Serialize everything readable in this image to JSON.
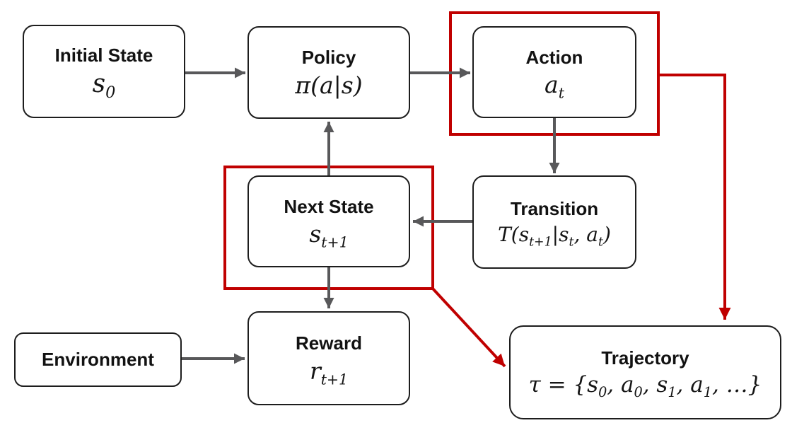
{
  "diagram": {
    "description": "Reinforcement learning rollout flow diagram",
    "nodes": {
      "initial_state": {
        "title": "Initial State",
        "formula": "s_0",
        "highlighted": false
      },
      "policy": {
        "title": "Policy",
        "formula": "π(a|s)",
        "highlighted": false
      },
      "action": {
        "title": "Action",
        "formula": "a_t",
        "highlighted": true
      },
      "next_state": {
        "title": "Next State",
        "formula": "s_{t+1}",
        "highlighted": true
      },
      "transition": {
        "title": "Transition",
        "formula": "T(s_{t+1}|s_t, a_t)",
        "highlighted": false
      },
      "environment": {
        "title": "Environment",
        "highlighted": false
      },
      "reward": {
        "title": "Reward",
        "formula": "r_{t+1}",
        "highlighted": false
      },
      "trajectory": {
        "title": "Trajectory",
        "formula": "τ = {s_0, a_0, s_1, a_1, …}",
        "highlighted": false
      }
    },
    "edges": [
      {
        "from": "initial_state",
        "to": "policy",
        "style": "gray"
      },
      {
        "from": "policy",
        "to": "action",
        "style": "gray"
      },
      {
        "from": "action",
        "to": "transition",
        "style": "gray"
      },
      {
        "from": "transition",
        "to": "next_state",
        "style": "gray"
      },
      {
        "from": "next_state",
        "to": "policy",
        "style": "gray"
      },
      {
        "from": "next_state",
        "to": "reward",
        "style": "gray"
      },
      {
        "from": "environment",
        "to": "reward",
        "style": "gray"
      },
      {
        "from": "action",
        "to": "trajectory",
        "style": "red"
      },
      {
        "from": "next_state",
        "to": "trajectory",
        "style": "red"
      }
    ],
    "colors": {
      "highlight": "#c00000",
      "arrow": "#58585a",
      "box_border": "#1d1d1d",
      "box_fill": "#ffffff",
      "background": "#ffffff"
    }
  }
}
